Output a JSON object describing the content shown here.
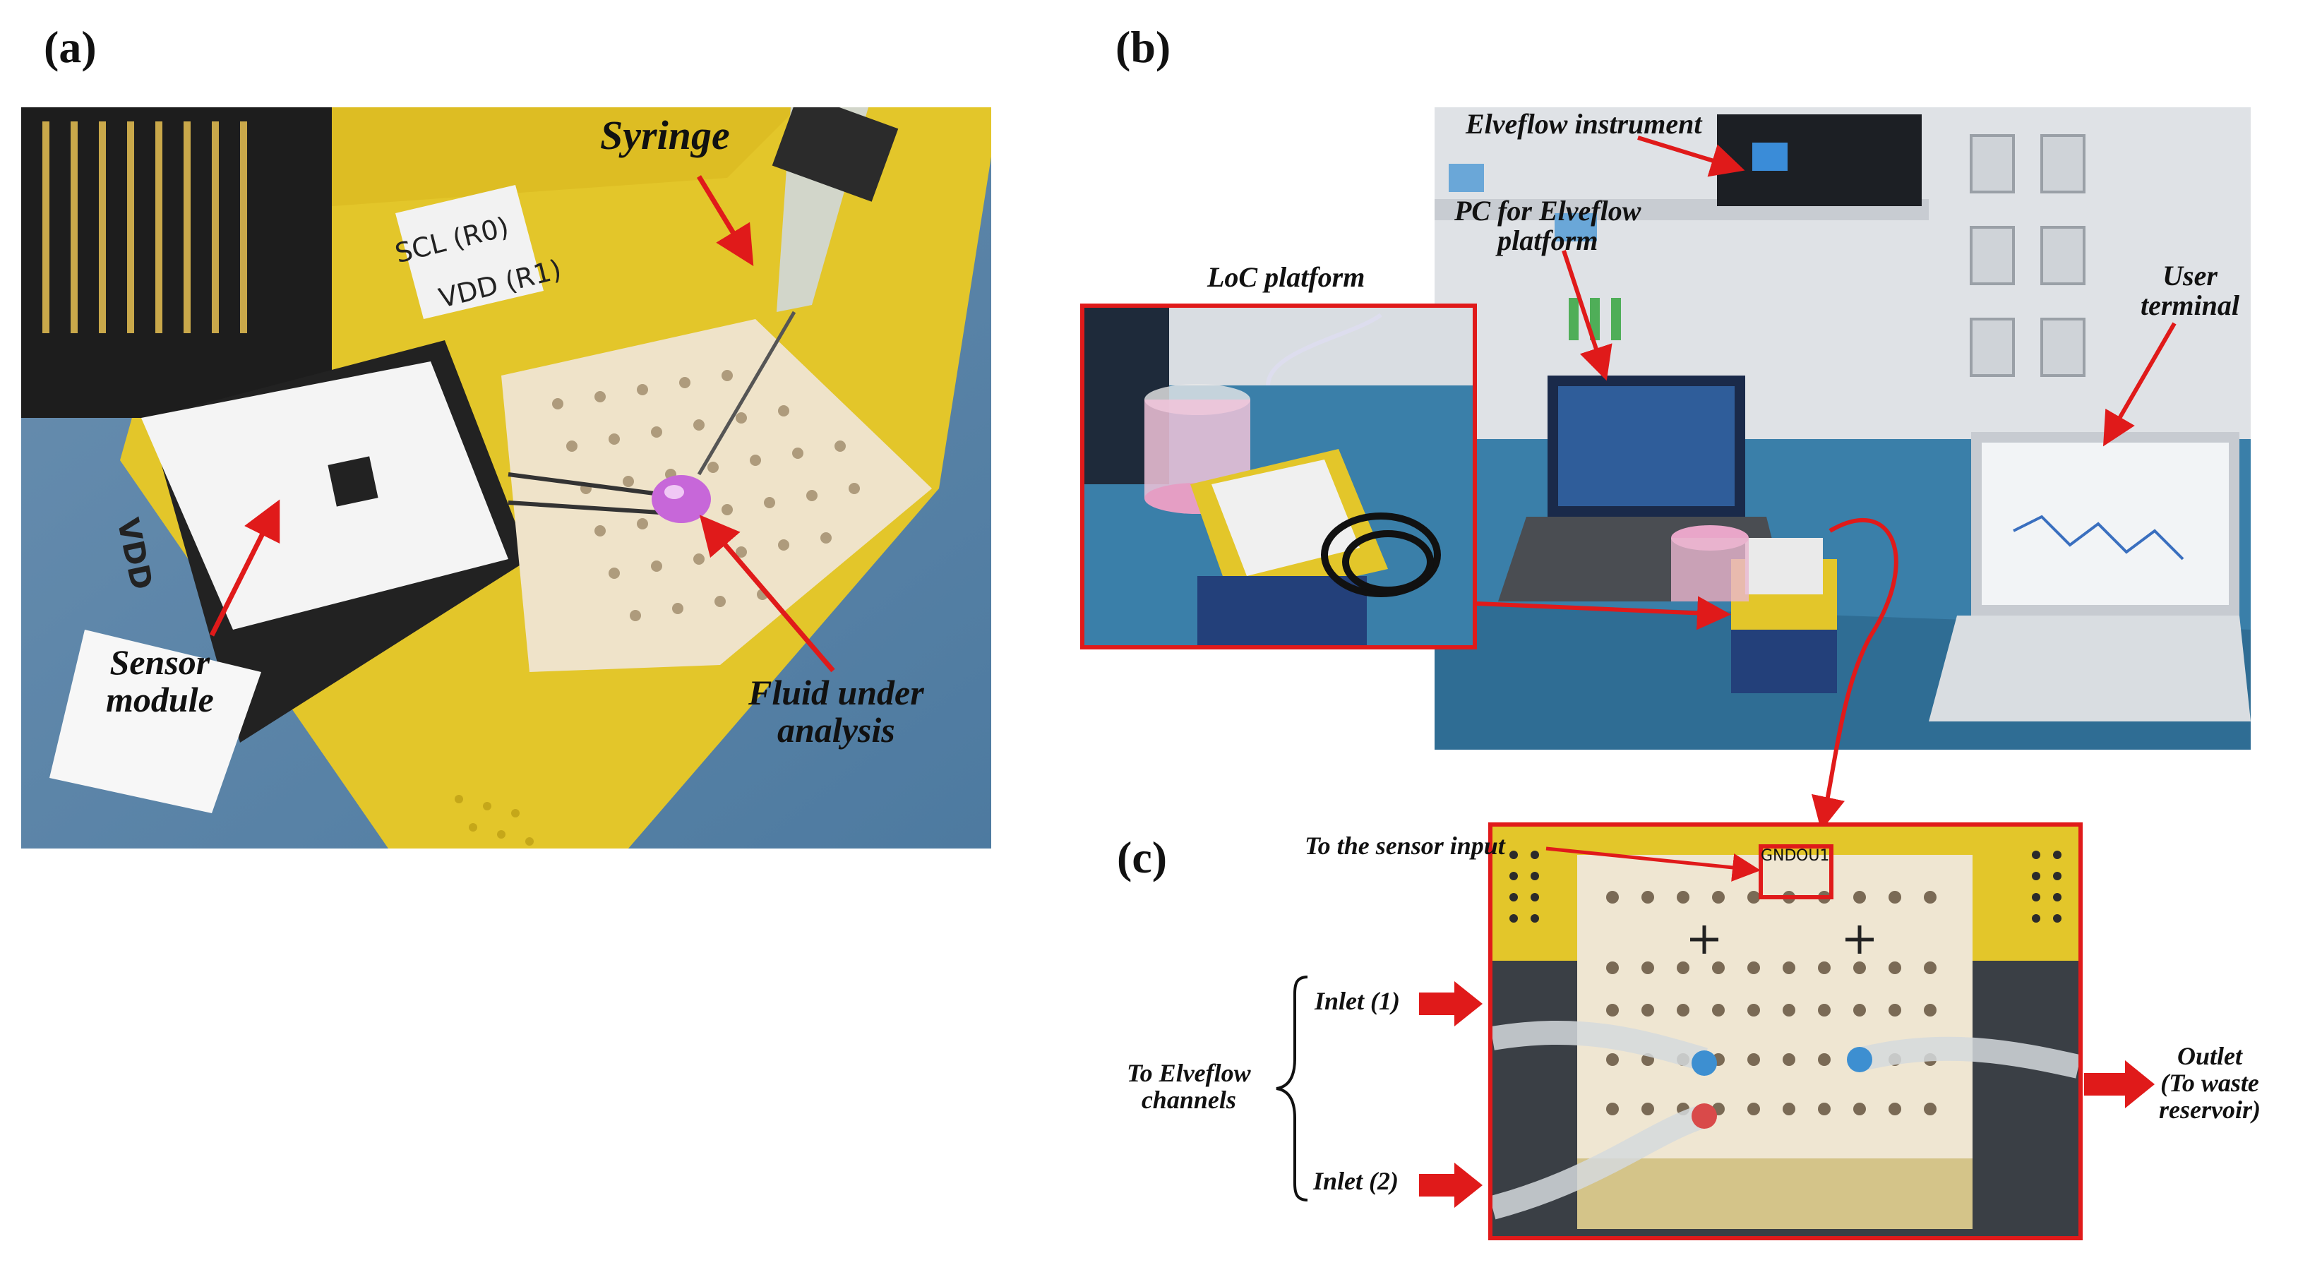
{
  "panels": {
    "a": {
      "letter": "(a)",
      "labels": {
        "syringe": "Syringe",
        "sensor_module": "Sensor\nmodule",
        "fluid": "Fluid under\nanalysis"
      },
      "board_text": {
        "hand1": "SCL (R0)",
        "hand2": "VDD (R1)",
        "vdd": "VDD"
      }
    },
    "b": {
      "letter": "(b)",
      "labels": {
        "elveflow": "Elveflow instrument",
        "pc": "PC for Elveflow\nplatform",
        "loc": "LoC platform",
        "user": "User\nterminal"
      }
    },
    "c": {
      "letter": "(c)",
      "labels": {
        "sensor_input": "To the sensor input",
        "inlet1": "Inlet (1)",
        "inlet2": "Inlet (2)",
        "to_elveflow": "To Elveflow\nchannels",
        "outlet": "Outlet\n(To waste\nreservoir)"
      },
      "board_text": {
        "gnd": "GND",
        "ou1": "OU1"
      }
    }
  },
  "colors": {
    "accent_red": "#e01a1a",
    "board_yellow": "#e3c62a",
    "bench_blue": "#3a7fa9"
  }
}
